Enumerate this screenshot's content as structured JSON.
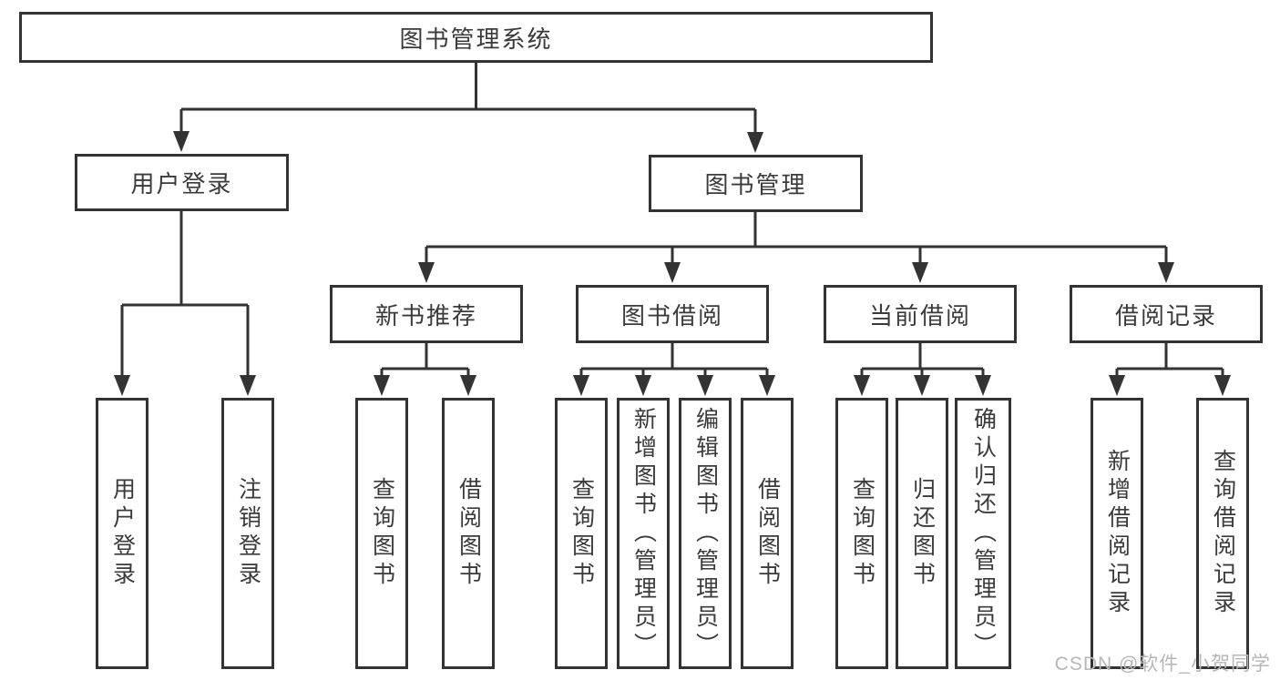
{
  "colors": {
    "background": "#ffffff",
    "line": "#333333",
    "box_border": "#333333",
    "text": "#3a3a3a",
    "watermark": "#b7b7b7"
  },
  "watermark": {
    "text": "CSDN @软件_小贺同学"
  },
  "tree": {
    "root": {
      "label": "图书管理系统"
    },
    "branches": [
      {
        "label": "用户登录",
        "leaves": [
          {
            "label": "用户登录"
          },
          {
            "label": "注销登录"
          }
        ]
      },
      {
        "label": "图书管理",
        "groups": [
          {
            "label": "新书推荐",
            "leaves": [
              {
                "label": "查询图书"
              },
              {
                "label": "借阅图书"
              }
            ]
          },
          {
            "label": "图书借阅",
            "leaves": [
              {
                "label": "查询图书"
              },
              {
                "label": "新增图书（管理员）"
              },
              {
                "label": "编辑图书（管理员）"
              },
              {
                "label": "借阅图书"
              }
            ]
          },
          {
            "label": "当前借阅",
            "leaves": [
              {
                "label": "查询图书"
              },
              {
                "label": "归还图书"
              },
              {
                "label": "确认归还（管理员）"
              }
            ]
          },
          {
            "label": "借阅记录",
            "leaves": [
              {
                "label": "新增借阅记录"
              },
              {
                "label": "查询借阅记录"
              }
            ]
          }
        ]
      }
    ]
  }
}
